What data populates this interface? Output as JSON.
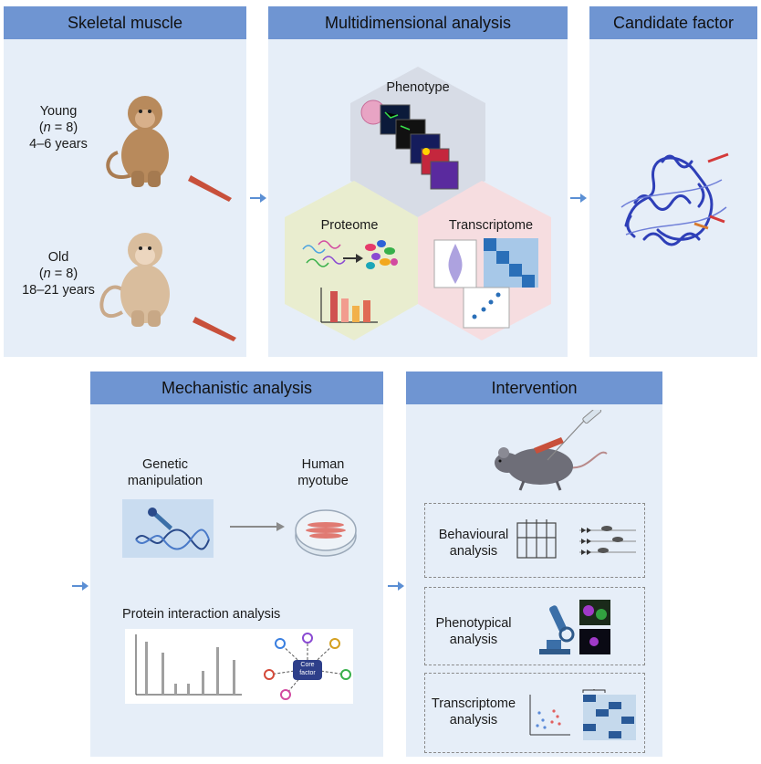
{
  "panels": {
    "skeletal_muscle": {
      "title": "Skeletal muscle",
      "young": {
        "line1": "Young",
        "n_var": "n",
        "n_rest": " = 8)",
        "years": "4–6 years"
      },
      "old": {
        "line1": "Old",
        "n_var": "n",
        "n_rest": " = 8)",
        "years": "18–21 years"
      }
    },
    "multidimensional": {
      "title": "Multidimensional analysis",
      "phenotype": "Phenotype",
      "proteome": "Proteome",
      "transcriptome": "Transcriptome"
    },
    "candidate": {
      "title": "Candidate factor"
    },
    "mechanistic": {
      "title": "Mechanistic analysis",
      "genetic": [
        "Genetic",
        "manipulation"
      ],
      "human": [
        "Human",
        "myotube"
      ],
      "ppi": "Protein interaction analysis",
      "core": [
        "Core",
        "factor"
      ]
    },
    "intervention": {
      "title": "Intervention",
      "behavioural": [
        "Behavioural",
        "analysis"
      ],
      "phenotypical": [
        "Phenotypical",
        "analysis"
      ],
      "transcriptome": [
        "Transcriptome",
        "analysis"
      ]
    }
  },
  "colors": {
    "panel_bg": "#e6eef8",
    "header_bg": "#6f95d2",
    "arrow": "#5b8fd4",
    "phenotype_hex": "#d7dce6",
    "proteome_hex": "#e9edcf",
    "transcriptome_hex": "#f6dde0"
  }
}
